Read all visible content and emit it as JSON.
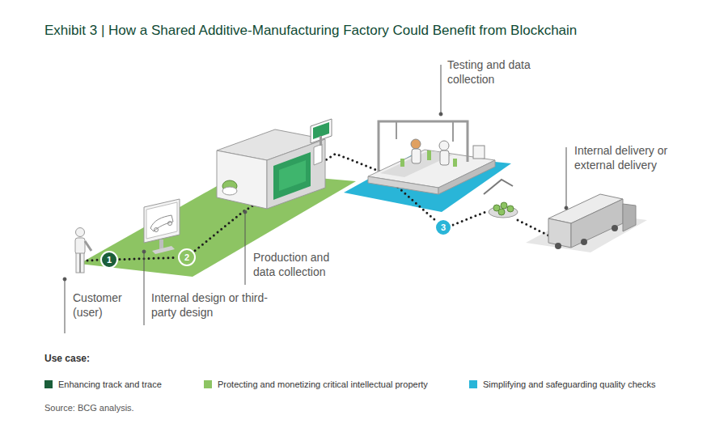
{
  "diagram": {
    "title": "Exhibit 3 | How a Shared Additive-Manufacturing Factory Could Benefit from Blockchain",
    "caption": "Source: BCG analysis.",
    "nodes": [
      {
        "text": [
          "1"
        ]
      },
      {
        "text": [
          "2"
        ]
      },
      {
        "text": [
          "3"
        ]
      }
    ],
    "edges": [
      {
        "from": 0,
        "to": 1,
        "arrow": "none"
      },
      {
        "from": 1,
        "to": 2,
        "arrow": "none"
      }
    ],
    "labels": [
      "Customer (user)",
      "Internal design or third-party design",
      "Production and data collection",
      "Testing and data collection",
      "Internal delivery or external delivery",
      "Use case:"
    ],
    "legend": [
      {
        "text": "Enhancing track and trace",
        "color": "#1b5e3a"
      },
      {
        "text": "Protecting and monetizing critical intellectual property",
        "color": "#8dc463"
      },
      {
        "text": "Simplifying and safeguarding quality checks",
        "color": "#29b5d8"
      }
    ]
  }
}
